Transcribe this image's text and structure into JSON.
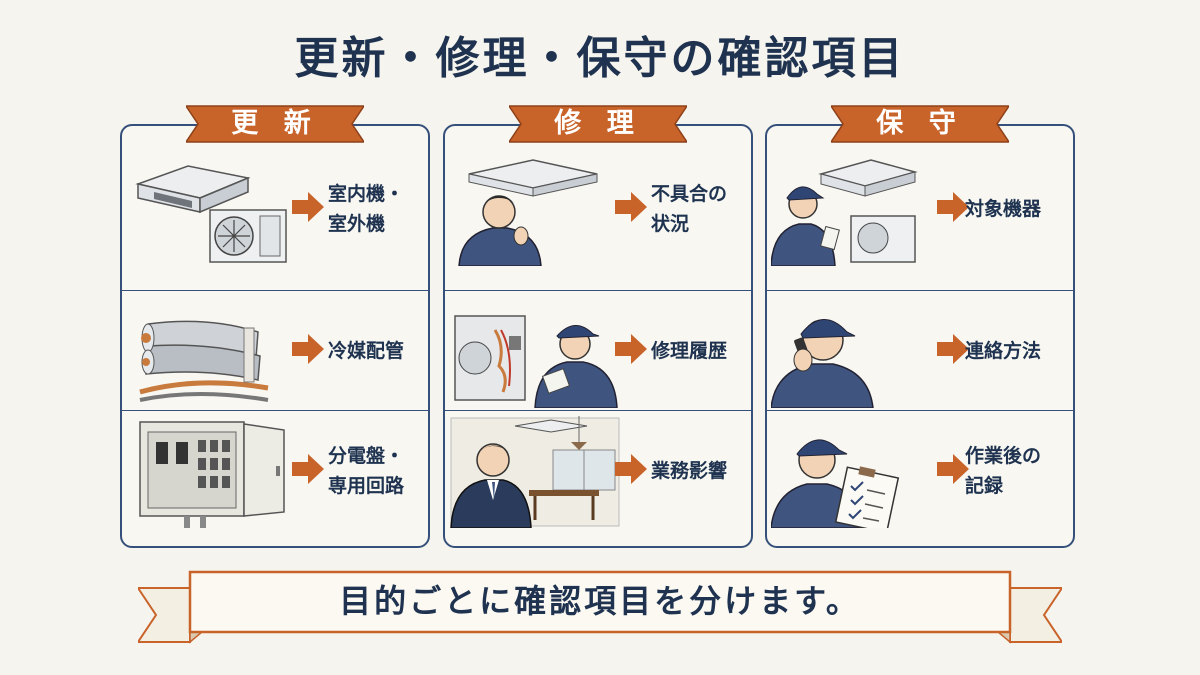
{
  "title": "更新・修理・保守の確認項目",
  "colors": {
    "accent": "#c8632a",
    "navy": "#1f3350",
    "line": "#35507a"
  },
  "panels": [
    {
      "heading": "更 新",
      "items": [
        {
          "label": "室内機・\n室外機",
          "icon": "ac-units-icon"
        },
        {
          "label": "冷媒配管",
          "icon": "refrigerant-pipe-icon"
        },
        {
          "label": "分電盤・\n専用回路",
          "icon": "distribution-board-icon"
        }
      ]
    },
    {
      "heading": "修 理",
      "items": [
        {
          "label": "不具合の\n状況",
          "icon": "thinking-person-icon"
        },
        {
          "label": "修理履歴",
          "icon": "technician-repair-icon"
        },
        {
          "label": "業務影響",
          "icon": "business-impact-icon"
        }
      ]
    },
    {
      "heading": "保 守",
      "items": [
        {
          "label": "対象機器",
          "icon": "technician-inspect-icon"
        },
        {
          "label": "連絡方法",
          "icon": "phone-call-icon"
        },
        {
          "label": "作業後の\n記録",
          "icon": "clipboard-record-icon"
        }
      ]
    }
  ],
  "footer": "目的ごとに確認項目を分けます。"
}
